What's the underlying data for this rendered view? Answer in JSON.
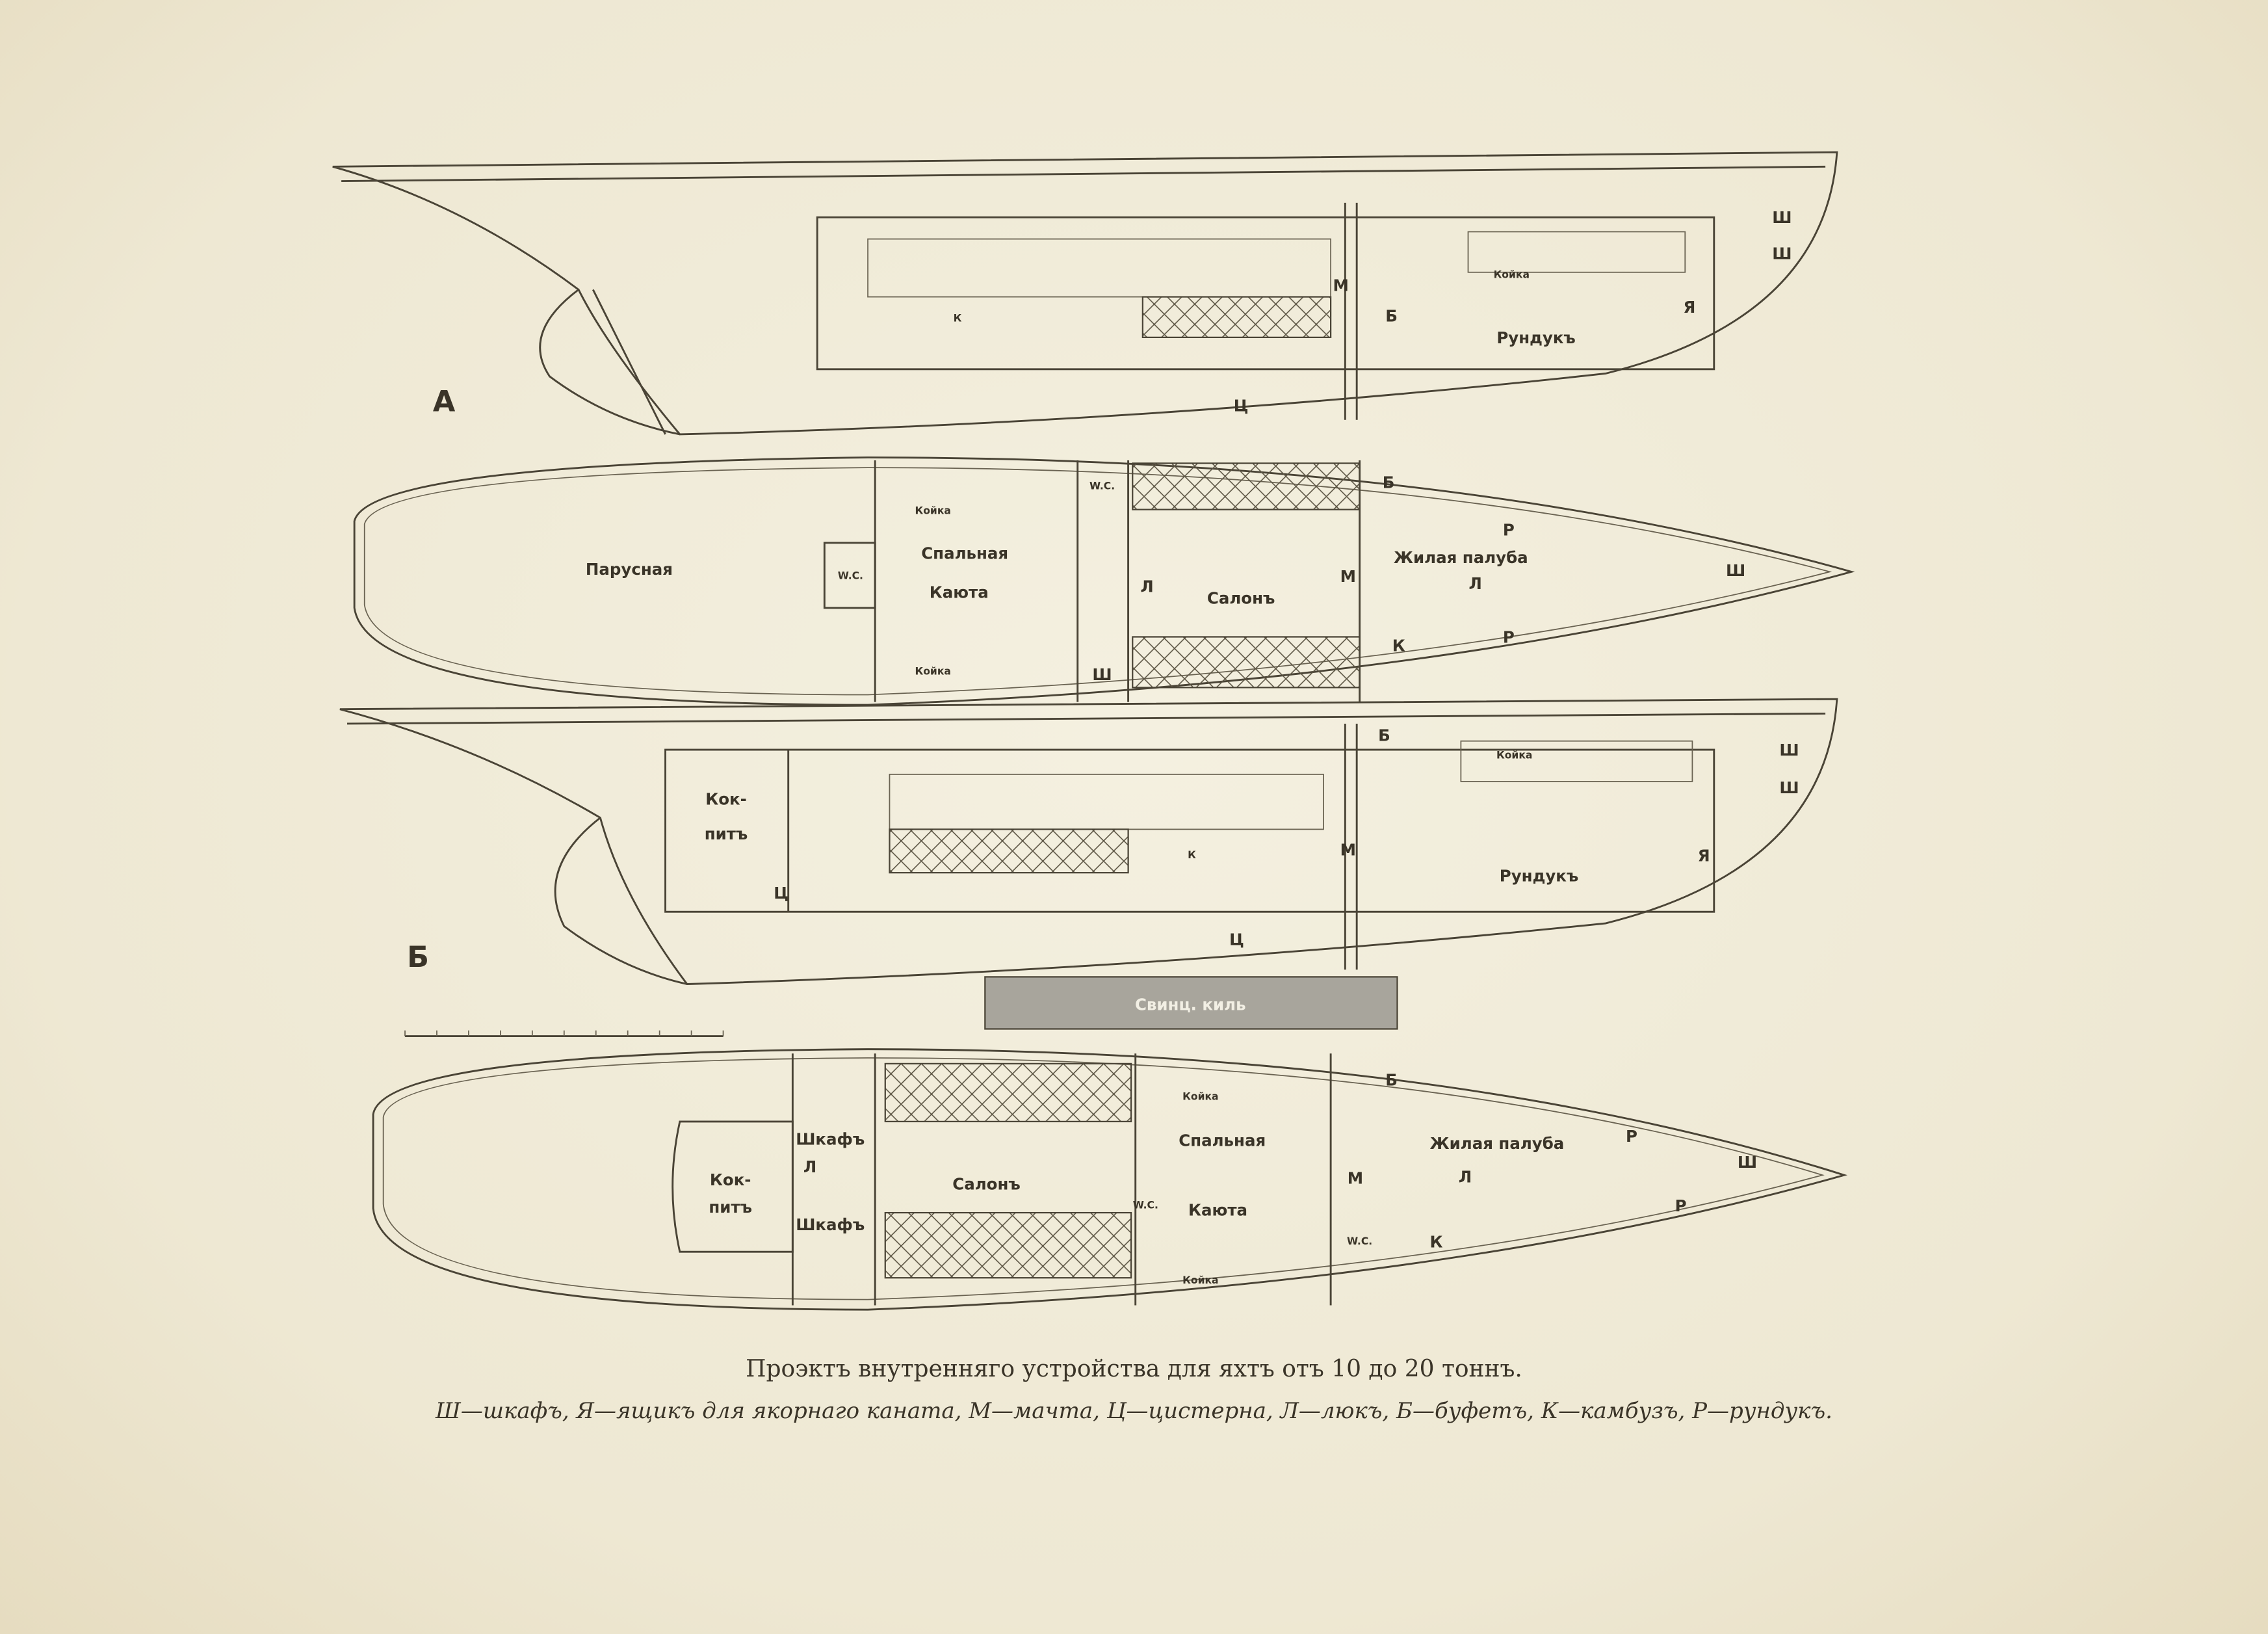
{
  "plan_a": {
    "marker": "А",
    "profile": {
      "shkaf": "Ш",
      "yashchik": "Я",
      "rundyk": "Рундукъ",
      "koika": "Койка",
      "machta": "М",
      "bufet": "Б",
      "kambuz": "К",
      "cisterna": "Ц"
    },
    "deck": {
      "parusnaya": "Парусная",
      "koika_top": "Койка",
      "spalnaya": "Спальная",
      "kayuta": "Каюта",
      "koika_bottom": "Койка",
      "salon": "Салонъ",
      "zhilaya": "Жилая палуба",
      "bufet": "Б",
      "rundyk1": "Р",
      "rundyk2": "Р",
      "machta": "М",
      "lyuk1": "Л",
      "lyuk2": "Л",
      "kambuz": "К",
      "shkaf1": "Ш",
      "shkaf2": "Ш",
      "wc1": "W.C.",
      "wc2": "W.C."
    }
  },
  "plan_b": {
    "marker": "Б",
    "profile": {
      "kokpit1": "Кок-",
      "kokpit2": "питъ",
      "cisterna1": "Ц",
      "cisterna2": "Ц",
      "machta": "М",
      "bufet": "Б",
      "koika": "Койка",
      "rundyk": "Рундукъ",
      "yashchik": "Я",
      "shkaf1": "Ш",
      "shkaf2": "Ш",
      "kambuz": "К"
    },
    "keel": "Свинц. киль",
    "deck": {
      "shkaf1": "Шкафъ",
      "shkaf2": "Шкафъ",
      "kokpit1": "Кок-",
      "kokpit2": "питъ",
      "lyuk1": "Л",
      "salon": "Салонъ",
      "koika_top": "Койка",
      "spalnaya": "Спальная",
      "kayuta": "Каюта",
      "koika_bottom": "Койка",
      "zhilaya": "Жилая палуба",
      "bufet": "Б",
      "rundyk1": "Р",
      "rundyk2": "Р",
      "shkaf3": "Ш",
      "machta": "М",
      "lyuk2": "Л",
      "kambuz": "К",
      "wc1": "W.C.",
      "wc2": "W.C."
    }
  },
  "caption": {
    "title": "Проэктъ внутренняго устройства для яхтъ отъ 10 до 20 тоннъ.",
    "legend": "Ш—шкафъ, Я—ящикъ для якорнаго каната, М—мачта, Ц—цистерна, Л—люкъ, Б—буфетъ, К—камбузъ, Р—рундукъ."
  }
}
